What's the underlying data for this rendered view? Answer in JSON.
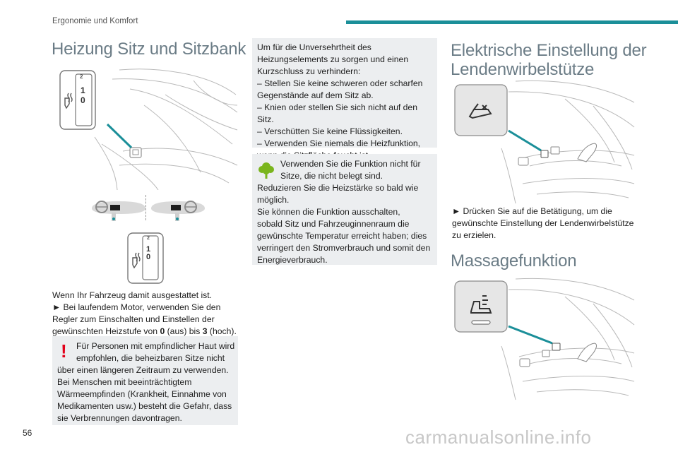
{
  "header": {
    "section": "Ergonomie und Komfort"
  },
  "col1": {
    "title": "Heizung Sitz und Sitzbank",
    "switch_labels": [
      "2",
      "1",
      "0"
    ],
    "intro": "Wenn Ihr Fahrzeug damit ausgestattet ist.",
    "instruction_lines": [
      "► Bei laufendem Motor, verwenden Sie den",
      "Regler zum Einschalten und Einstellen der"
    ],
    "instruction_last_pre": "gewünschten Heizstufe von ",
    "instruction_low": "0",
    "instruction_mid": " (aus) bis ",
    "instruction_high": "3",
    "instruction_post": " (hoch).",
    "warning_icon": "!",
    "warning_lines": [
      "Für Personen mit empfindlicher Haut wird",
      "empfohlen, die beheizbaren Sitze nicht",
      "über einen längeren Zeitraum zu verwenden.",
      "Bei Menschen mit beeinträchtigtem",
      "Wärmeempfinden (Krankheit, Einnahme von",
      "Medikamenten usw.) besteht die Gefahr, dass",
      "sie Verbrennungen davontragen."
    ]
  },
  "col2": {
    "safety_lines": [
      "Um für die Unversehrtheit des",
      "Heizungselements zu sorgen und einen",
      "Kurzschluss zu verhindern:",
      "–  Stellen Sie keine schweren oder scharfen",
      "Gegenstände auf dem Sitz ab.",
      "–  Knien oder stellen Sie sich nicht auf den Sitz.",
      "–  Verschütten Sie keine Flüssigkeiten.",
      "–  Verwenden Sie niemals die Heizfunktion, ",
      "wenn die Sitzfläche feucht ist."
    ],
    "eco_lines": [
      "Verwenden Sie die Funktion nicht für",
      "Sitze, die nicht belegt sind.",
      "Reduzieren Sie die Heizstärke so bald wie",
      "möglich.",
      "Sie können die Funktion ausschalten,",
      "sobald Sitz und Fahrzeuginnenraum die",
      "gewünschte Temperatur erreicht haben; dies",
      "verringert den Stromverbrauch und somit den",
      "Energieverbrauch."
    ]
  },
  "col3": {
    "title_lines": [
      "Elektrische Einstellung der",
      "Lendenwirbelstütze"
    ],
    "instruction_lines": [
      "► Drücken Sie auf die Betätigung, um die",
      "gewünschte Einstellung der Lendenwirbelstütze",
      "zu erzielen."
    ],
    "massage_title": "Massagefunktion"
  },
  "footer": {
    "page_number": "56",
    "watermark": "carmanualsonline.info"
  },
  "colors": {
    "accent": "#1b8f99",
    "warning": "#e2001a",
    "eco": "#7ab51d",
    "note_bg": "#eceef0",
    "title": "#6b7c86"
  },
  "icons": [
    "seat-heating-switch-icon",
    "steering-wheel-icon",
    "warning-icon",
    "eco-tree-icon",
    "lumbar-support-icon",
    "massage-icon"
  ]
}
